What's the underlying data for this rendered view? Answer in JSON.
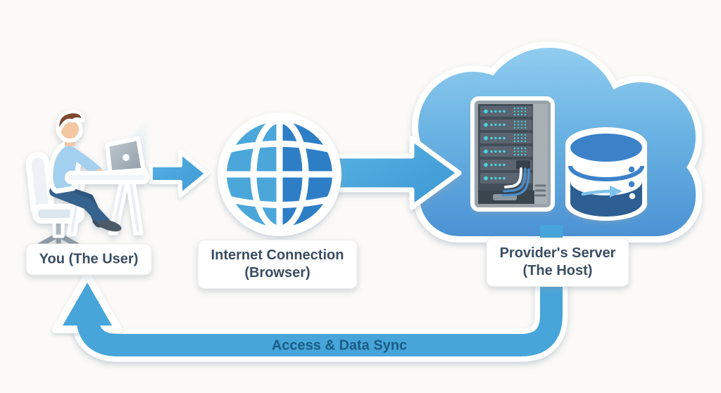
{
  "diagram": {
    "title": "website-hosting-flow",
    "labels": {
      "user": "You (The User)",
      "internet_line1": "Internet Connection",
      "internet_line2": "(Browser)",
      "provider_line1": "Provider's Server",
      "provider_line2": "(The Host)",
      "sync": "Access & Data Sync"
    },
    "nodes": [
      {
        "id": "user",
        "icon": "person-at-laptop-icon",
        "label": "You (The User)"
      },
      {
        "id": "internet",
        "icon": "globe-icon",
        "label": "Internet Connection (Browser)"
      },
      {
        "id": "provider",
        "icon": "cloud-server-database-icon",
        "label": "Provider's Server (The Host)"
      }
    ],
    "flows": [
      {
        "from": "user",
        "to": "internet",
        "style": "short-arrow"
      },
      {
        "from": "internet",
        "to": "provider",
        "style": "large-arrow"
      },
      {
        "from": "provider",
        "to": "user",
        "style": "loop-pipe",
        "label": "Access & Data Sync"
      }
    ],
    "colors": {
      "background": "#fbfaf8",
      "accent_blue": "#47a5da",
      "cloud_top": "#93cef0",
      "cloud_bottom": "#4a90d3",
      "globe_left": "#4ba7da",
      "globe_right": "#2e7ec6",
      "db_blue": "#3b82c9",
      "db_dark": "#2d5f92",
      "label_text": "#3a4d63",
      "sync_text": "#1b5c86",
      "led_cyan": "#49d6e2"
    }
  }
}
